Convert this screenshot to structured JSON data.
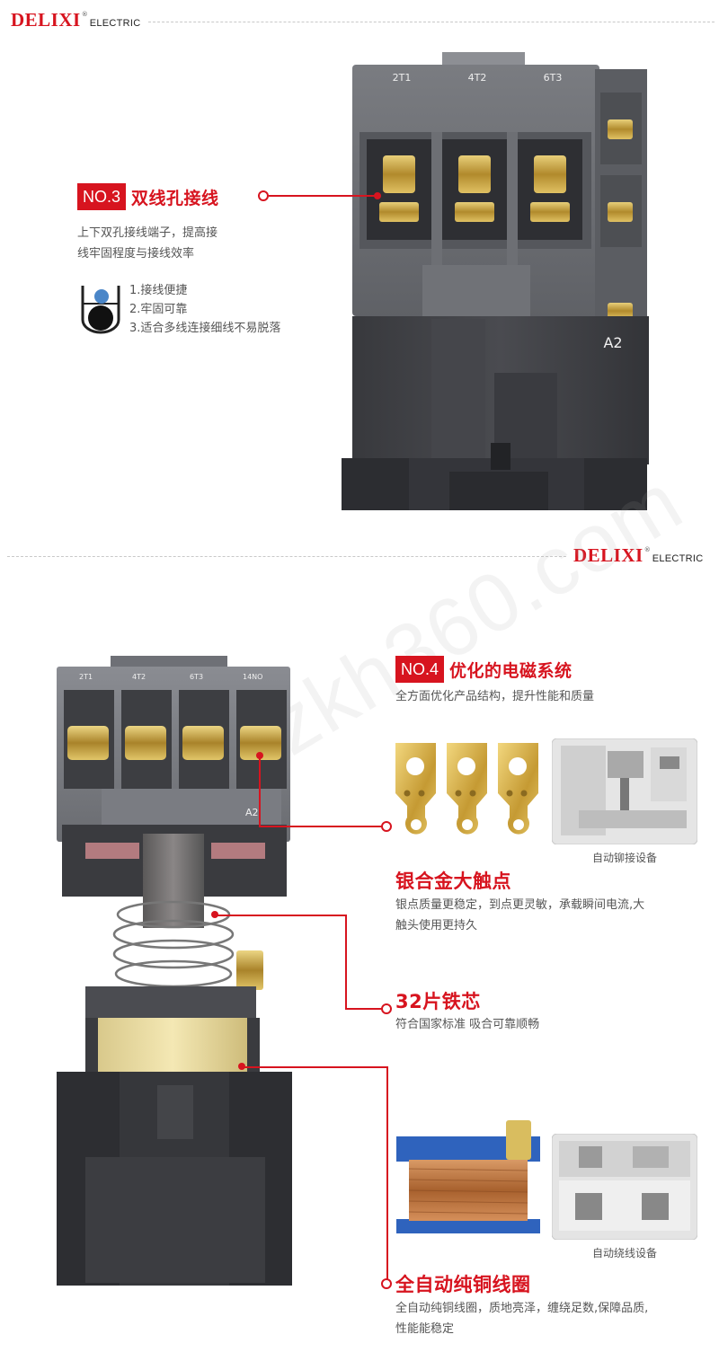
{
  "brand": {
    "name": "DELIXI",
    "suffix": "ELECTRIC",
    "reg": "®"
  },
  "section1": {
    "tag": "NO.3",
    "title": "双线孔接线",
    "desc_line1": "上下双孔接线端子，提高接",
    "desc_line2": "线牢固程度与接线效率",
    "list": [
      "1.接线便捷",
      "2.牢固可靠",
      "3.适合多线连接细线不易脱落"
    ],
    "terminal_labels": [
      "2T1",
      "4T2",
      "6T3"
    ],
    "coil_label": "A2"
  },
  "section2": {
    "tag": "NO.4",
    "title": "优化的电磁系统",
    "subtitle": "全方面优化产品结构，提升性能和质量",
    "terminal_labels": [
      "2T1",
      "4T2",
      "6T3",
      "14NO"
    ],
    "coil_label": "A2",
    "features": [
      {
        "title": "银合金大触点",
        "desc_line1": "银点质量更稳定，到点更灵敏，承载瞬间电流,大",
        "desc_line2": "触头使用更持久"
      },
      {
        "title": "32片铁芯",
        "desc_line1": "符合国家标准 吸合可靠顺畅"
      },
      {
        "title": "全自动纯铜线圈",
        "desc_line1": "全自动纯铜线圈，质地亮泽，缠绕足数,保障品质,",
        "desc_line2": "性能能稳定"
      }
    ],
    "captions": {
      "riveting": "自动铆接设备",
      "winding": "自动绕线设备"
    }
  },
  "watermark": "www.zkh360.com",
  "colors": {
    "accent": "#d7141f",
    "housing": "#6b6d72",
    "base": "#3d3f44",
    "brass": "#c9a23a",
    "copper": "#b8733f",
    "bobbin": "#2a5bb0"
  }
}
